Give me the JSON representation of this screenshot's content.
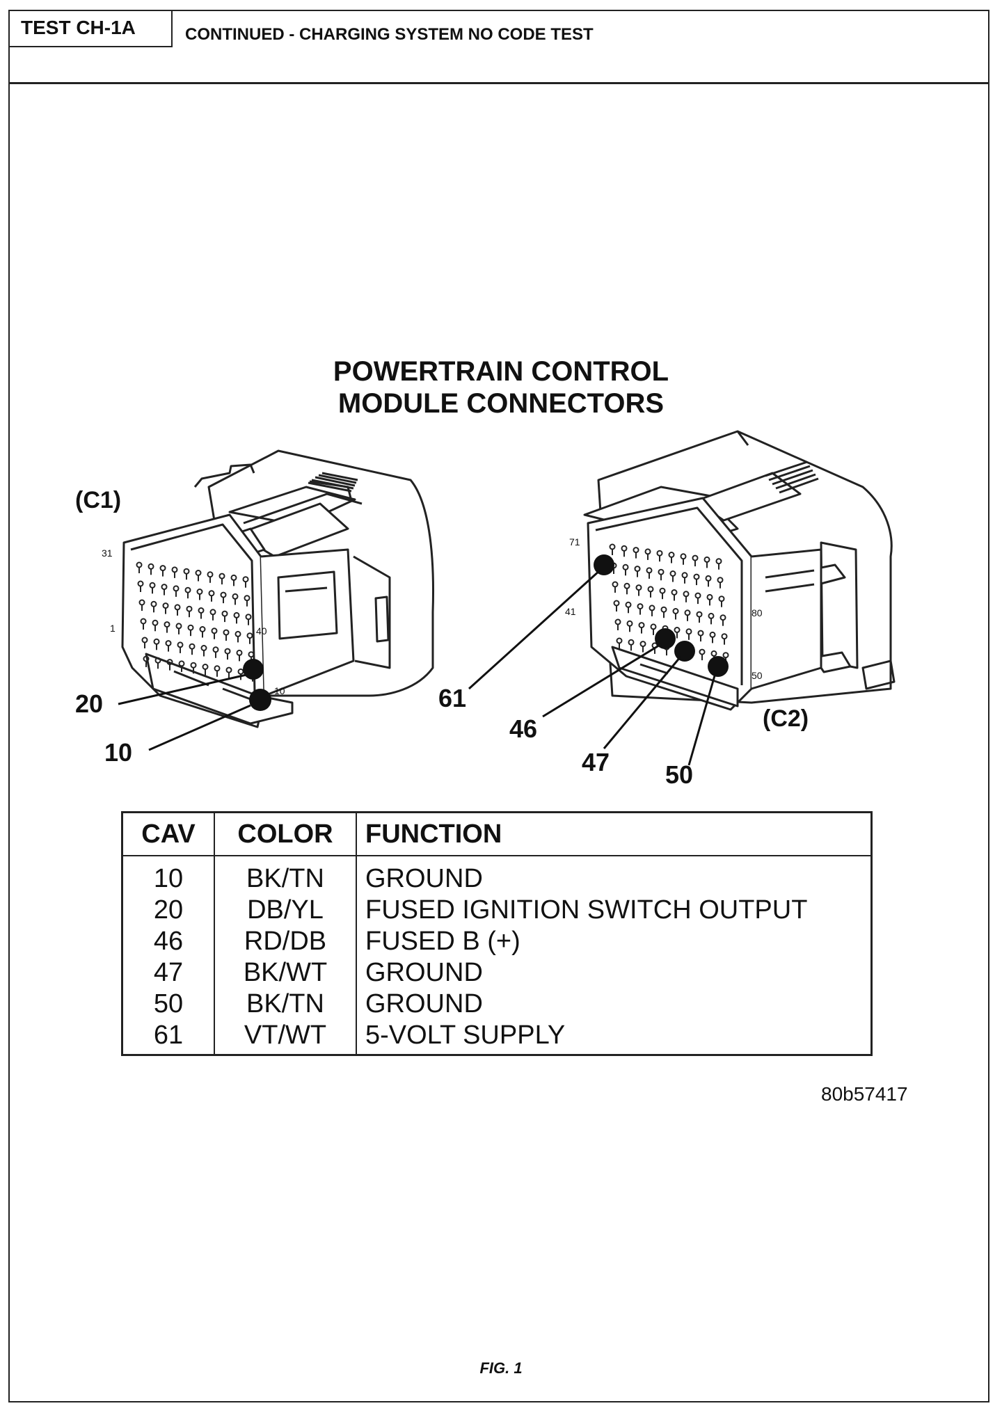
{
  "header": {
    "test_id": "TEST CH-1A",
    "title": "CONTINUED - CHARGING SYSTEM NO CODE TEST"
  },
  "diagram": {
    "title_line1": "POWERTRAIN CONTROL",
    "title_line2": "MODULE CONNECTORS",
    "c1": {
      "label": "(C1)",
      "pin_numbers": {
        "p31": "31",
        "p1": "1",
        "p40": "40",
        "p10": "10"
      },
      "callouts": {
        "c20": "20",
        "c10": "10"
      }
    },
    "c2": {
      "label": "(C2)",
      "pin_numbers": {
        "p71": "71",
        "p41": "41",
        "p80": "80",
        "p50": "50"
      },
      "callouts": {
        "c61": "61",
        "c46": "46",
        "c47": "47",
        "c50": "50"
      }
    }
  },
  "table": {
    "headers": {
      "cav": "CAV",
      "color": "COLOR",
      "function": "FUNCTION"
    },
    "rows": [
      {
        "cav": "10",
        "color": "BK/TN",
        "function": "GROUND"
      },
      {
        "cav": "20",
        "color": "DB/YL",
        "function": "FUSED IGNITION SWITCH OUTPUT"
      },
      {
        "cav": "46",
        "color": "RD/DB",
        "function": "FUSED B (+)"
      },
      {
        "cav": "47",
        "color": "BK/WT",
        "function": "GROUND"
      },
      {
        "cav": "50",
        "color": "BK/TN",
        "function": "GROUND"
      },
      {
        "cav": "61",
        "color": "VT/WT",
        "function": "5-VOLT SUPPLY"
      }
    ]
  },
  "figure_id": "80b57417",
  "figure_caption": "FIG. 1"
}
